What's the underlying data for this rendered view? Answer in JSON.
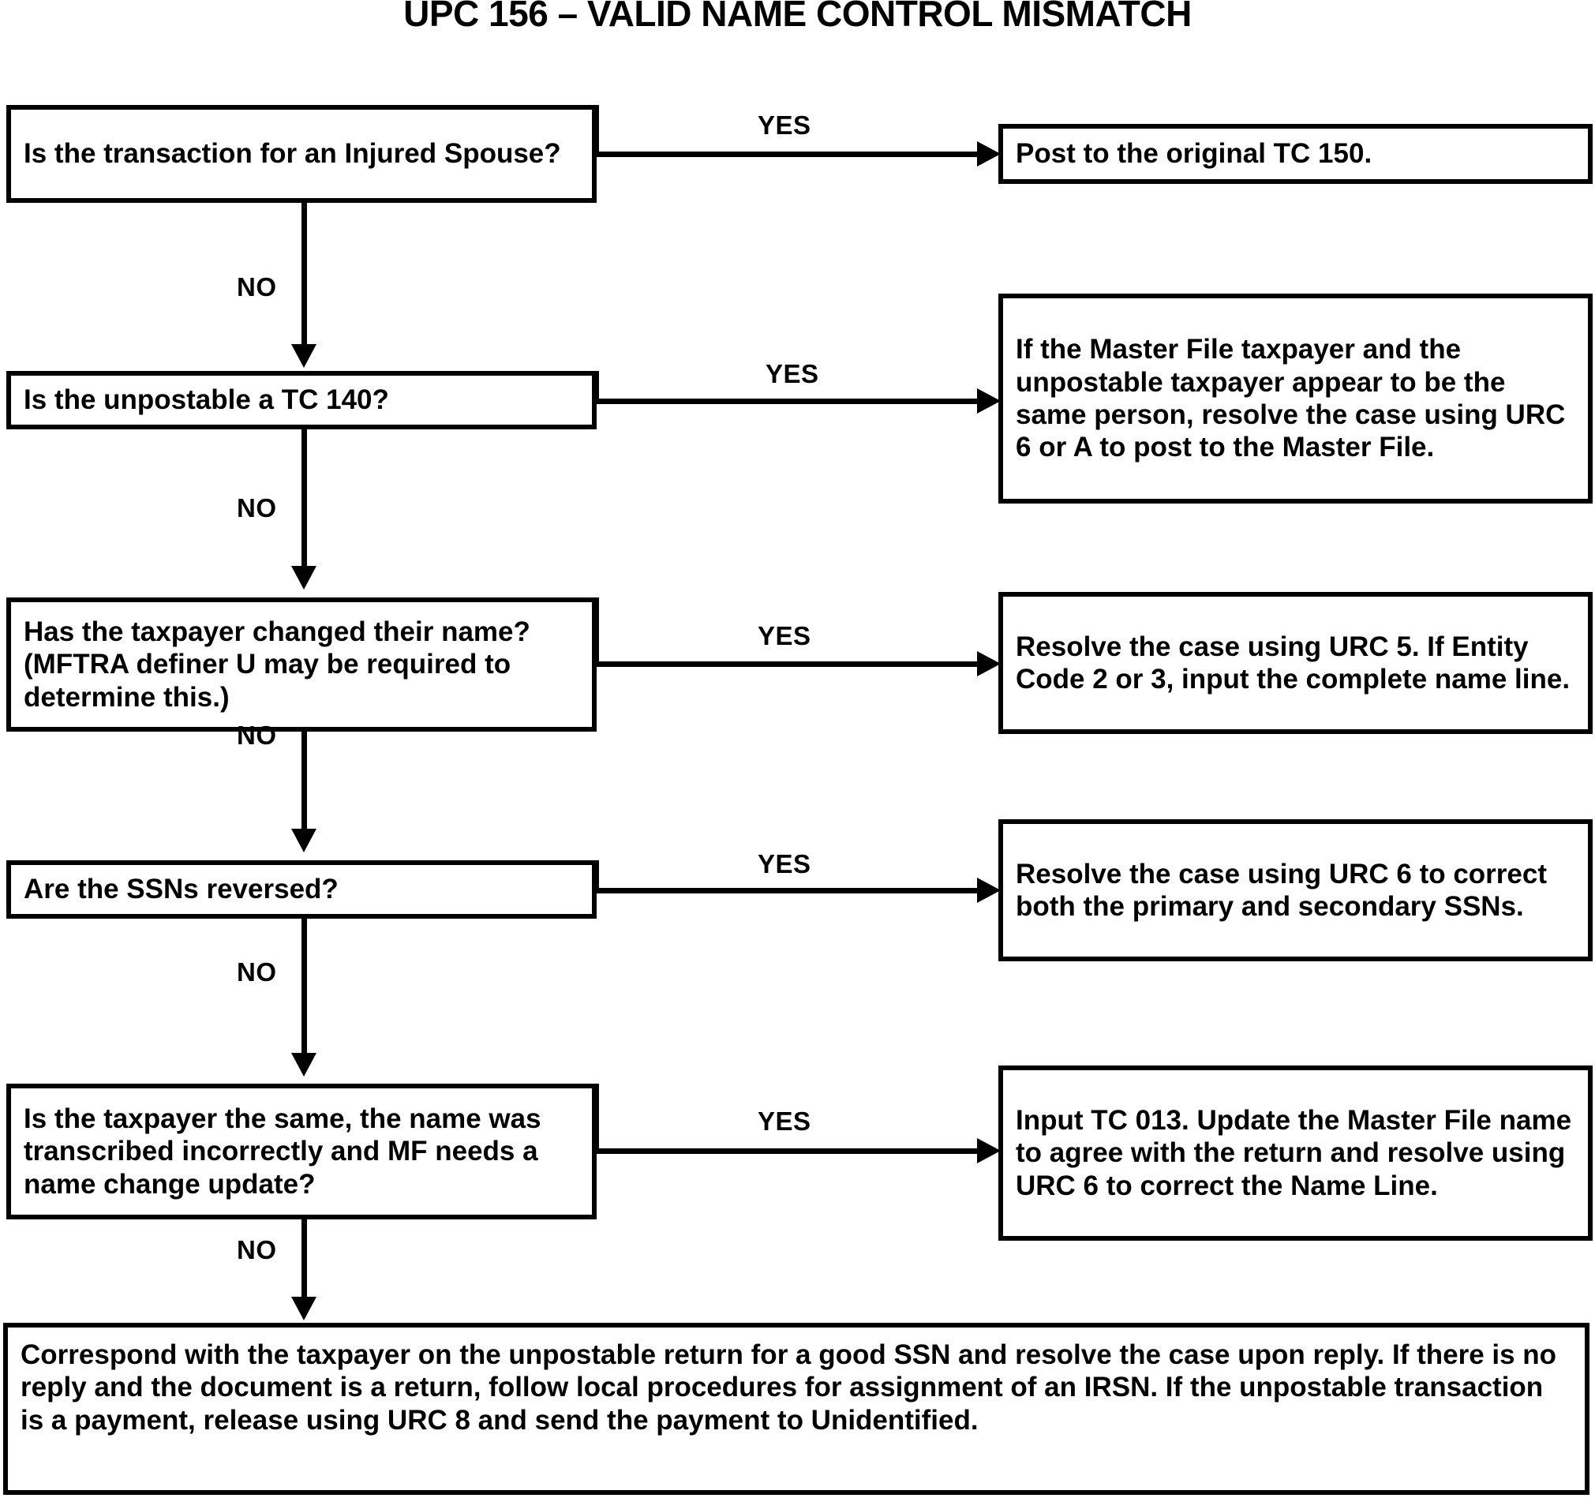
{
  "title": "UPC 156 – VALID NAME CONTROL MISMATCH",
  "labels": {
    "yes": "YES",
    "no": "NO"
  },
  "decisions": [
    {
      "id": "injured-spouse",
      "text": "Is the transaction for an Injured Spouse?"
    },
    {
      "id": "tc-140",
      "text": "Is the unpostable a TC 140?"
    },
    {
      "id": "name-changed",
      "text": "Has the taxpayer changed their name? (MFTRA definer U may be required to determine this.)"
    },
    {
      "id": "ssns-reversed",
      "text": "Are the SSNs reversed?"
    },
    {
      "id": "name-change-update",
      "text": "Is the taxpayer the same, the name was transcribed incorrectly and MF needs a name change update?"
    }
  ],
  "actions": [
    {
      "id": "post-original-tc150",
      "text": "Post to the original TC 150."
    },
    {
      "id": "same-person-urc6-a",
      "text": "If the Master File taxpayer and the unpostable taxpayer appear to be the same person, resolve the case using URC 6 or A to post to the Master File."
    },
    {
      "id": "urc5-entity-code",
      "text": "Resolve the case using URC 5. If Entity Code 2 or 3, input the complete name line."
    },
    {
      "id": "urc6-primary-secondary",
      "text": "Resolve the case using URC 6 to correct both the primary and secondary SSNs."
    },
    {
      "id": "input-tc013",
      "text": "Input TC 013.  Update the Master File name to agree with the return and resolve using URC 6 to correct the Name Line."
    }
  ],
  "final": {
    "id": "correspond-taxpayer",
    "text": "Correspond with the taxpayer on the unpostable return for a good SSN and resolve the case upon reply.  If there is no reply and the document is a return, follow local procedures for assignment of an IRSN.  If the unpostable transaction is a payment, release using URC 8 and send the payment to Unidentified."
  },
  "colors": {
    "stroke": "#000000",
    "fill": "#ffffff",
    "text": "#000000"
  }
}
